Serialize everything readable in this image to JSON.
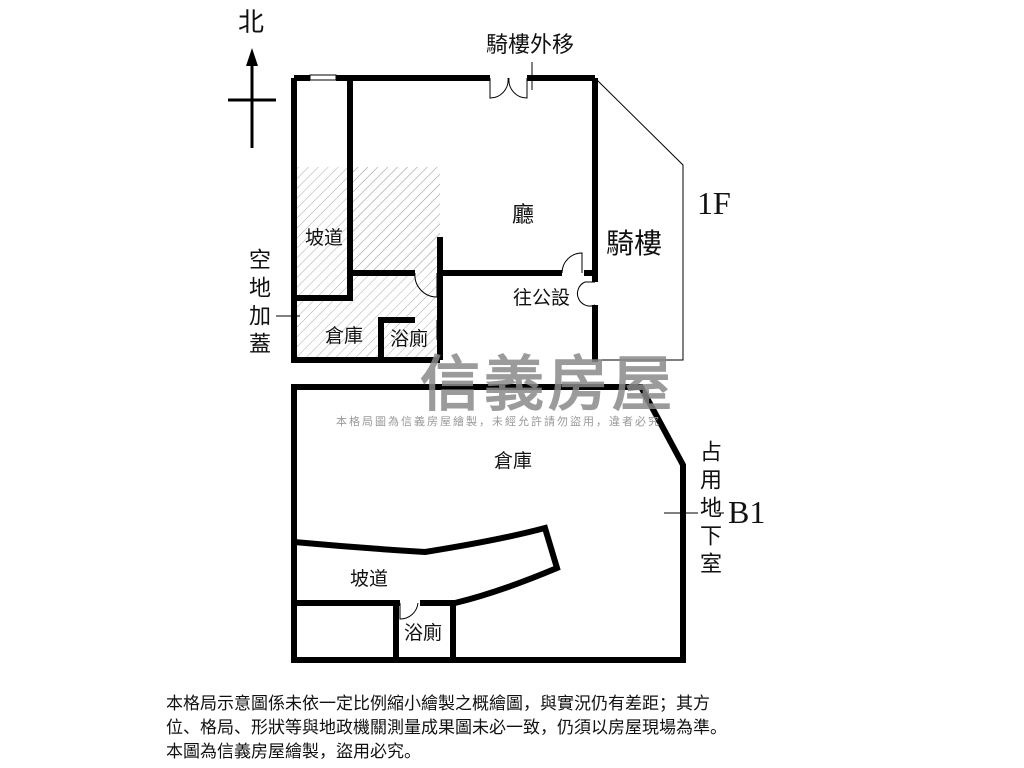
{
  "compass": {
    "north_label": "北"
  },
  "floor_1f": {
    "level_label": "1F",
    "rooms": {
      "ramp": "坡道",
      "hall": "廳",
      "arcade": "騎樓",
      "storage": "倉庫",
      "bathroom": "浴廁",
      "to_public": "往公設"
    },
    "arcade_moved_label": "騎樓外移",
    "extension_label": "空地加蓋"
  },
  "floor_b1": {
    "level_label": "B1",
    "rooms": {
      "storage": "倉庫",
      "ramp": "坡道",
      "bathroom": "浴廁"
    },
    "occupied_label": "占用地下室"
  },
  "watermark": {
    "brand": "信義房屋",
    "notice": "本格局圖為信義房屋繪製，未經允許請勿盜用，違者必究"
  },
  "disclaimer": [
    "本格局示意圖係未依一定比例縮小繪製之概繪圖，與實況仍有差距；其方",
    "位、格局、形狀等與地政機關測量成果圖未必一致，仍須以房屋現場為準。",
    "本圖為信義房屋繪製，盜用必究。"
  ]
}
